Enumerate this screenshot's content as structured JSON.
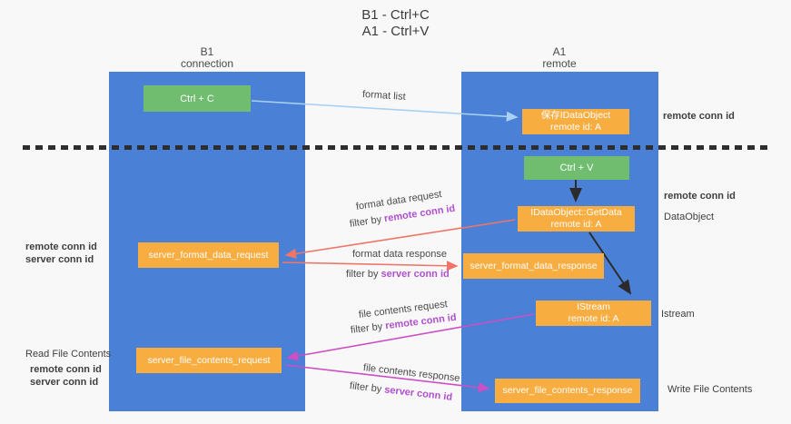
{
  "title": {
    "line1": "B1 - Ctrl+C",
    "line2": "A1 - Ctrl+V"
  },
  "columns": {
    "left": {
      "name": "B1",
      "role": "connection"
    },
    "right": {
      "name": "A1",
      "role": "remote"
    }
  },
  "nodes": {
    "ctrl_c": "Ctrl + C",
    "ctrl_v": "Ctrl + V",
    "save_idataobject": {
      "line1": "保存IDataObject",
      "line2": "remote id: A"
    },
    "getdata": {
      "line1": "IDataObject::GetData",
      "line2": "remote id: A"
    },
    "istream": {
      "line1": "IStream",
      "line2": "remote id: A"
    },
    "server_format_data_request": "server_format_data_request",
    "server_format_data_response": "server_format_data_response",
    "server_file_contents_request": "server_file_contents_request",
    "server_file_contents_response": "server_file_contents_response"
  },
  "labels": {
    "format_list": "format list",
    "format_data_request": "format data request",
    "format_data_response": "format data response",
    "file_contents_request": "file contents request",
    "file_contents_response": "file contents response",
    "filter_by": "filter by",
    "remote_conn_id": "remote conn id",
    "server_conn_id": "server conn id",
    "dataobject": "DataObject",
    "istream_side": "Istream",
    "read_file_contents": "Read File Contents",
    "write_file_contents": "Write File Contents"
  },
  "colors": {
    "column_blue": "#4a80d6",
    "box_orange": "#f8ad41",
    "box_green": "#70bd70",
    "arrow_light_blue": "#a9d1f2",
    "arrow_salmon": "#ee7567",
    "arrow_magenta": "#cc4fc4",
    "arrow_black": "#2b2b2b",
    "label_purple": "#b04fcf",
    "label_green": "#58b55c"
  }
}
